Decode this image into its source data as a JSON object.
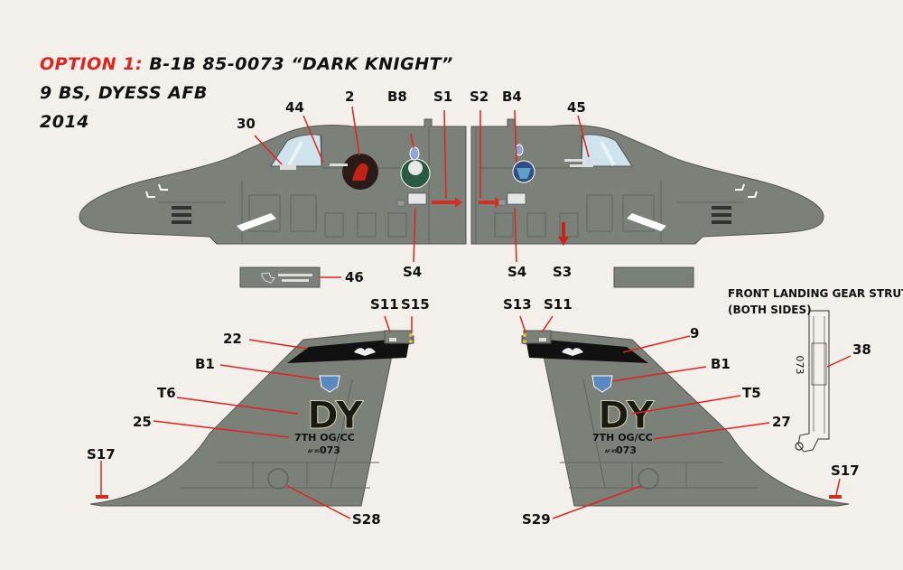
{
  "header": {
    "option_label": "OPTION 1:",
    "aircraft": "B-1B  85-0073  “DARK KNIGHT”",
    "unit": "9 BS, DYESS AFB",
    "year": "2014"
  },
  "callouts": {
    "c30": "30",
    "c44": "44",
    "c2": "2",
    "cB8": "B8",
    "cS1": "S1",
    "cS2": "S2",
    "cB4": "B4",
    "c45": "45",
    "cS4a": "S4",
    "cS4b": "S4",
    "cS3": "S3",
    "c46": "46",
    "cS11a": "S11",
    "cS15": "S15",
    "cS13": "S13",
    "cS11b": "S11",
    "c22": "22",
    "c9": "9",
    "cB1a": "B1",
    "cB1b": "B1",
    "cT6": "T6",
    "cT5": "T5",
    "c25": "25",
    "c27": "27",
    "cS17a": "S17",
    "cS17b": "S17",
    "cS28": "S28",
    "cS29": "S29",
    "c38": "38"
  },
  "strut": {
    "title_line1": "FRONT LANDING GEAR STRUT",
    "title_line2": "(BOTH SIDES)",
    "number": "073"
  },
  "tail": {
    "code": "DY",
    "left_line1": "7TH OG/CC",
    "right_line1": "7TH OG/CC",
    "serial": "073",
    "serial_prefix": "AF 85"
  },
  "colors": {
    "background": "#f3efea",
    "aircraft_gray": "#7b8079",
    "panel_line": "#5f645e",
    "accent_red": "#e0231c",
    "black_band": "#111111"
  }
}
